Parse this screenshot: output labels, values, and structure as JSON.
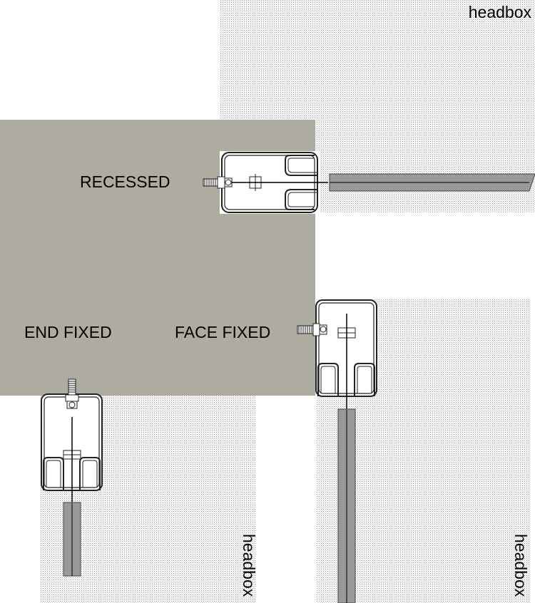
{
  "labels": {
    "recessed": "RECESSED",
    "end_fixed": "END FIXED",
    "face_fixed": "FACE FIXED",
    "headbox_top": "headbox",
    "headbox_left": "headbox",
    "headbox_right": "headbox"
  },
  "colors": {
    "wall": "#aeaca0",
    "track_body": "#ffffff",
    "track_stroke": "#222222",
    "drape": "#999999",
    "headbox_dot": "#9a9a9a"
  }
}
